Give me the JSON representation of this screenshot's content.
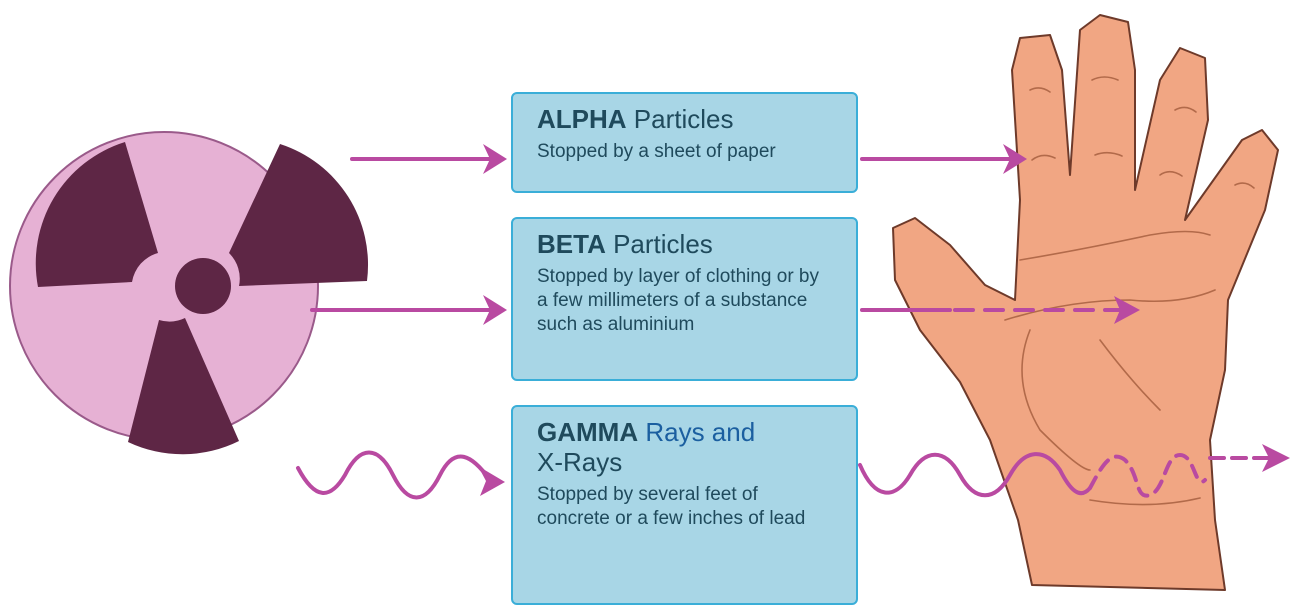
{
  "colors": {
    "arrow": "#b94aa1",
    "symbol_circle": "#e6b1d4",
    "symbol_border": "#9a5a8a",
    "symbol_fill": "#5e2645",
    "box_fill": "#a8d6e6",
    "box_border": "#3aaed8",
    "box_text": "#1f4a5c",
    "skin": "#f1a683",
    "skin_line": "#6e3a2a"
  },
  "icons": {
    "source": "radiation-symbol-icon",
    "target": "hand-icon"
  },
  "boxes": {
    "alpha": {
      "name_bold": "ALPHA",
      "name_rest": "Particles",
      "description": "Stopped by a sheet of paper"
    },
    "beta": {
      "name_bold": "BETA",
      "name_rest": "Particles",
      "description": "Stopped by layer of clothing or by a few millimeters of a substance such as aluminium"
    },
    "gamma": {
      "name_bold": "GAMMA",
      "name_rest_blue": "Rays and",
      "name_rest": "X-Rays",
      "description": "Stopped by several feet of concrete or a few inches of lead"
    }
  }
}
